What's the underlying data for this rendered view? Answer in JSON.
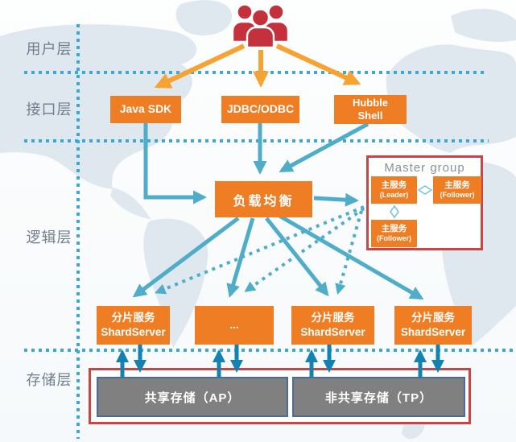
{
  "diagram": {
    "layers": [
      {
        "label": "用户层"
      },
      {
        "label": "接口层"
      },
      {
        "label": "逻辑层"
      },
      {
        "label": "存储层"
      }
    ],
    "interface_boxes": [
      {
        "line1": "Java SDK",
        "line2": ""
      },
      {
        "line1": "JDBC/ODBC",
        "line2": ""
      },
      {
        "line1": "Hubble",
        "line2": "Shell"
      }
    ],
    "load_balancer": {
      "label": "负载均衡"
    },
    "master_group": {
      "title": "Master group",
      "nodes": [
        {
          "line1": "主服务",
          "line2": "(Leader)"
        },
        {
          "line1": "主服务",
          "line2": "(Follower)"
        },
        {
          "line1": "主服务",
          "line2": "(Follower)"
        }
      ]
    },
    "shard_boxes": [
      {
        "line1": "分片服务",
        "line2": "ShardServer"
      },
      {
        "line1": "...",
        "line2": ""
      },
      {
        "line1": "分片服务",
        "line2": "ShardServer"
      },
      {
        "line1": "分片服务",
        "line2": "ShardServer"
      }
    ],
    "storage_boxes": [
      {
        "label": "共享存储（AP）"
      },
      {
        "label": "非共享存储（TP）"
      }
    ],
    "colors": {
      "box_orange": "#EE7D23",
      "arrow_orange": "#F7A333",
      "teal": "#4FADC9",
      "dark_teal": "#1283B0",
      "dotted_blue": "#3BA8D8",
      "red_border": "#CB4343",
      "users_red": "#C4313C",
      "storage_gray": "#808080",
      "storage_border": "#4A6B9B",
      "label_gray": "#6F7D8C",
      "master_title_gray": "#8B9099"
    }
  }
}
